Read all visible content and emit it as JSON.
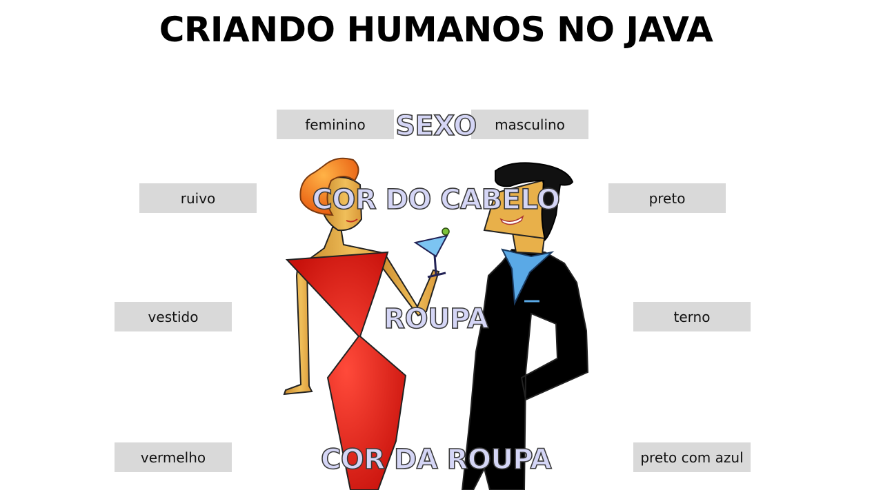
{
  "title": "CRIANDO HUMANOS NO JAVA",
  "categories": {
    "sexo": "SEXO",
    "cabelo": "COR DO CABELO",
    "roupa": "ROUPA",
    "cor_roupa": "COR DA ROUPA"
  },
  "options": {
    "sexo": {
      "left": "feminino",
      "right": "masculino"
    },
    "cabelo": {
      "left": "ruivo",
      "right": "preto"
    },
    "roupa": {
      "left": "vestido",
      "right": "terno"
    },
    "cor_roupa": {
      "left": "vermelho",
      "right": "preto com azul"
    }
  },
  "colors": {
    "button_bg": "#d9d9d9",
    "label_fill": "#d5d6f6",
    "dress": "#e8231b",
    "hair_red": "#f57a1c",
    "suit": "#000000",
    "shirt": "#5aa9e6",
    "skin": "#e8b04a"
  },
  "illustration": {
    "woman": "woman-in-red-dress-illustration",
    "man": "man-in-black-suit-illustration"
  }
}
